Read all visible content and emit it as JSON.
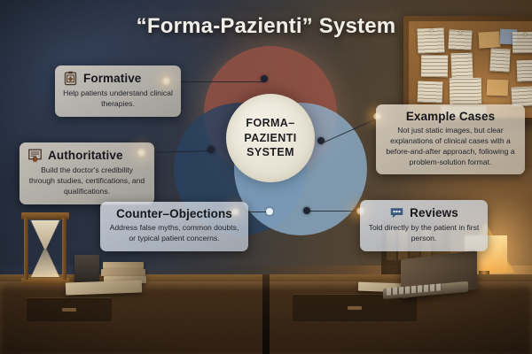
{
  "title": "“Forma-Pazienti” System",
  "center": {
    "line1": "FORMA–",
    "line2": "PAZIENTI",
    "line3": "SYSTEM"
  },
  "colors": {
    "circle_top": "#9c5446",
    "circle_left": "#284262",
    "circle_right": "#8fb4d4",
    "center_fill": "#f0ead9",
    "title_text": "#f2efe9",
    "accent_glow": "#ffb250",
    "card_bg": "#e9e2d4",
    "reviews_icon": "#3c5a7e"
  },
  "callouts": [
    {
      "id": "formative",
      "title": "Formative",
      "body": "Help patients understand clinical therapies.",
      "icon": "clipboard-medical-icon"
    },
    {
      "id": "authoritative",
      "title": "Authoritative",
      "body": "Build the doctor's credibility through studies, certifications, and qualifications.",
      "icon": "certificate-seal-icon"
    },
    {
      "id": "counter-objections",
      "title": "Counter–Objections",
      "body": "Address false myths, common doubts, or typical patient concerns.",
      "icon": "none"
    },
    {
      "id": "example-cases",
      "title": "Example Cases",
      "body": "Not just static images, but clear explanations of clinical cases with a before-and-after approach, following a problem-solution format.",
      "icon": "none"
    },
    {
      "id": "reviews",
      "title": "Reviews",
      "body": "Told directly by the patient in first person.",
      "icon": "speech-bubble-dots-icon"
    }
  ],
  "scene": {
    "hourglass": "hourglass-object",
    "books": "stacked-books-object",
    "laptop": "laptop-object",
    "lamp": "desk-lamp-object",
    "corkboard": "corkboard-object",
    "desk": "wooden-desk-object"
  }
}
